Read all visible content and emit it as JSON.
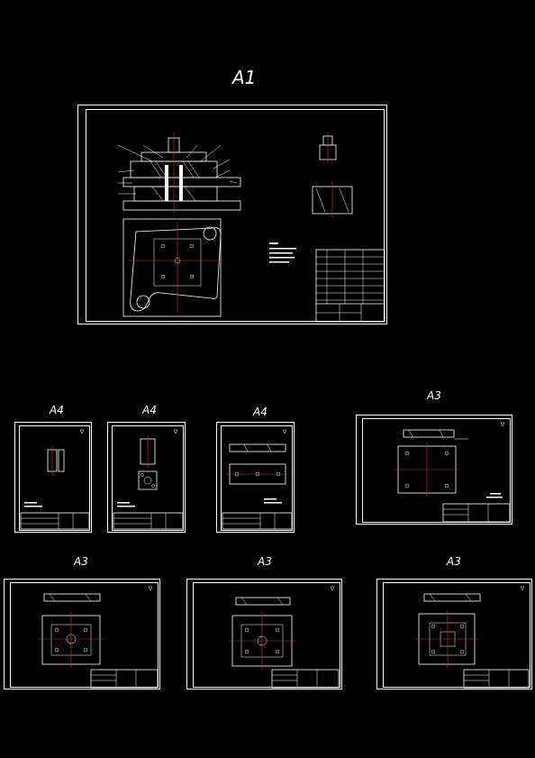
{
  "sheets": [
    {
      "size": "A1"
    },
    {
      "size": "A4"
    },
    {
      "size": "A4"
    },
    {
      "size": "A4"
    },
    {
      "size": "A3"
    },
    {
      "size": "A3"
    },
    {
      "size": "A3"
    },
    {
      "size": "A3"
    }
  ],
  "colors": {
    "background": "#000000",
    "linework": "#ffffff",
    "centerline": "#e03030"
  }
}
